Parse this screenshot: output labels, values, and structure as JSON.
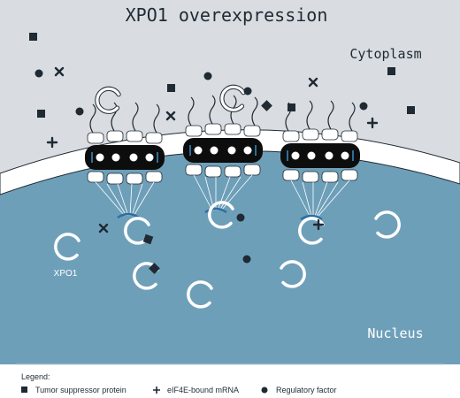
{
  "title": "XPO1 overexpression",
  "labels": {
    "cytoplasm": "Cytoplasm",
    "nucleus": "Nucleus",
    "xpo1": "XPO1"
  },
  "legend": {
    "heading": "Legend:",
    "items": [
      {
        "symbol": "square",
        "label": "Tumor suppressor protein"
      },
      {
        "symbol": "plus",
        "label": "eIF4E-bound mRNA"
      },
      {
        "symbol": "dot",
        "label": "Regulatory factor"
      }
    ]
  },
  "colors": {
    "cytoplasm": "#d9dde1",
    "nucleus": "#6e9fb9",
    "membrane": "#ffffff",
    "pore": "#0d0d0d",
    "accent": "#2b6f9e",
    "ink": "#1f2a33"
  }
}
